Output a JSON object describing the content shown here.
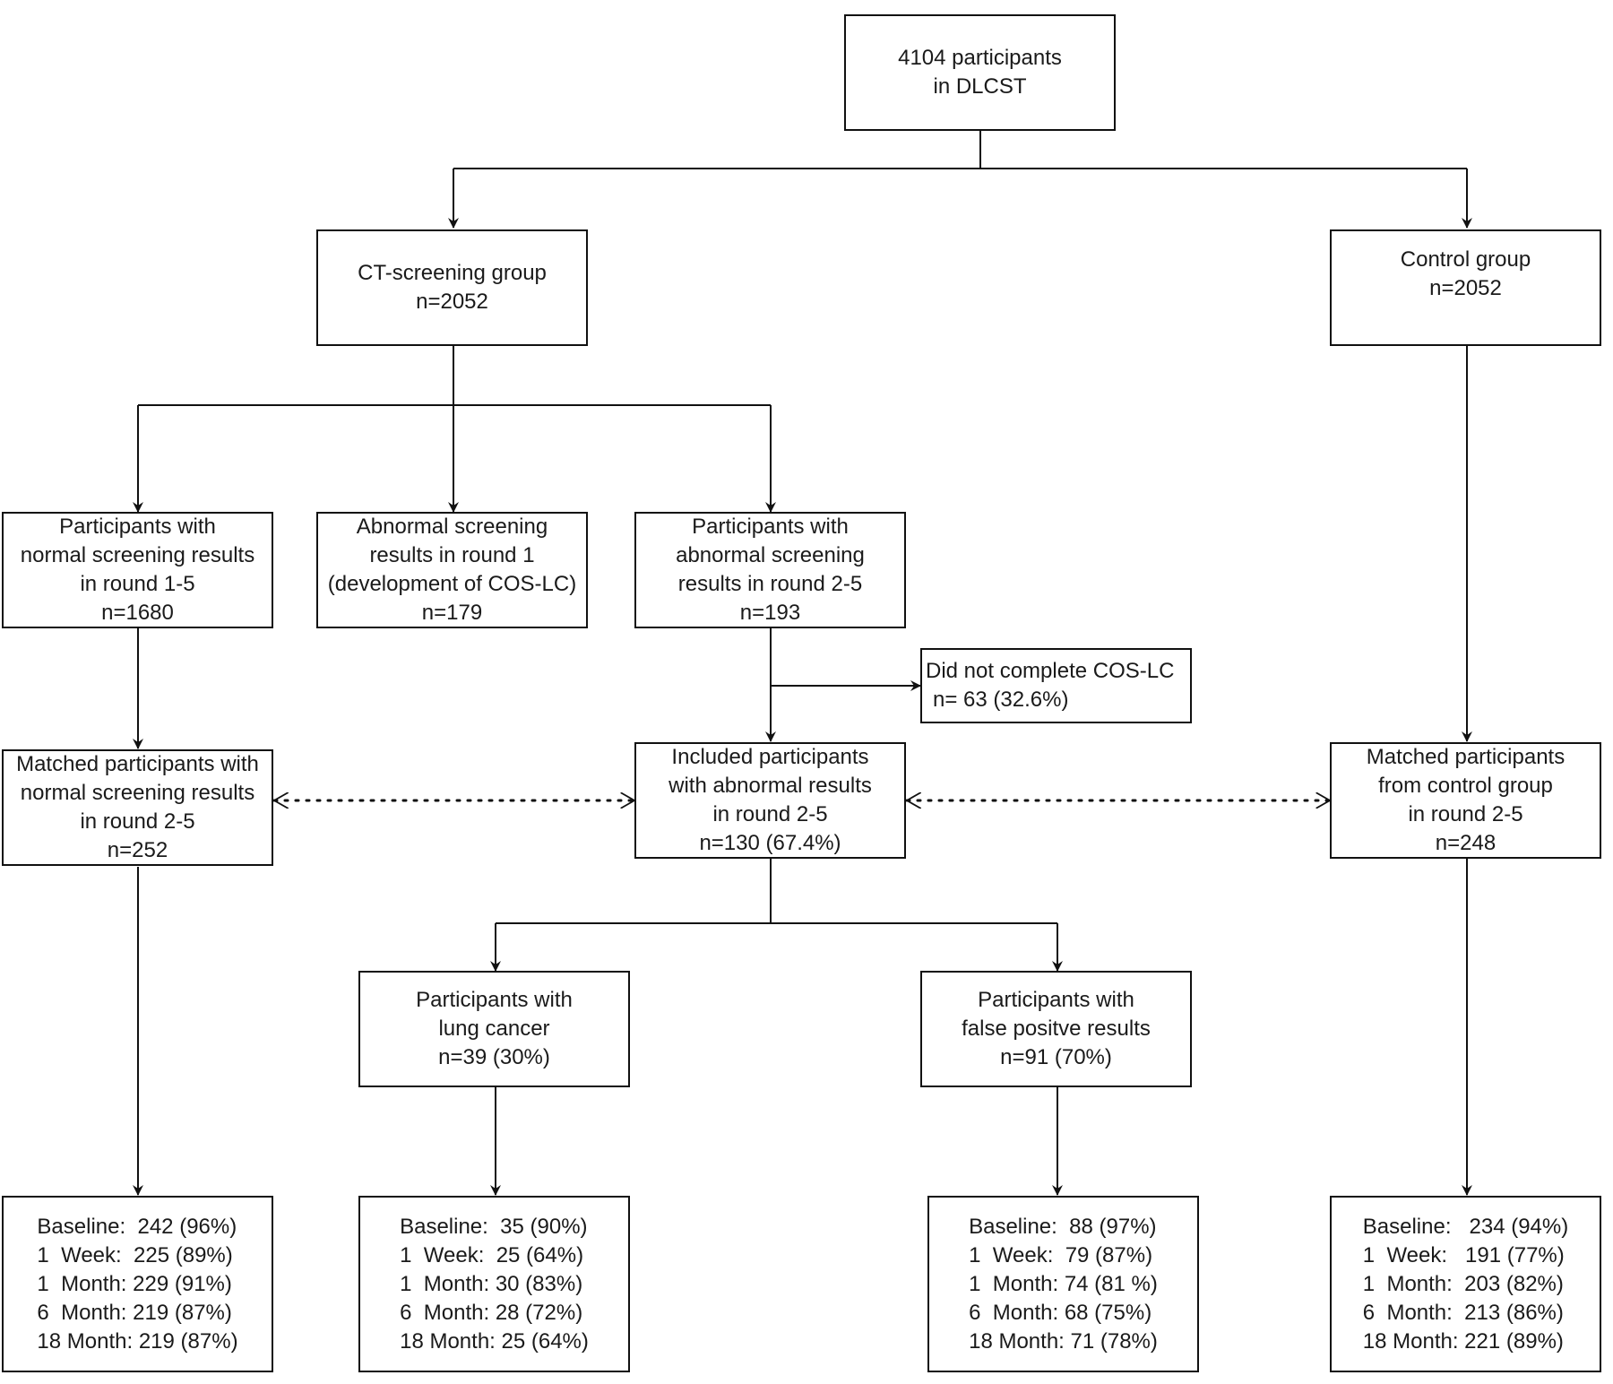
{
  "boxes": {
    "dlcst": {
      "lines": [
        "4104 participants",
        "in DLCST"
      ]
    },
    "ct_group": {
      "lines": [
        "CT-screening group",
        "n=2052"
      ]
    },
    "control_group": {
      "lines": [
        "Control group",
        "n=2052"
      ]
    },
    "normal_results": {
      "lines": [
        "Participants with",
        "normal screening results",
        "in round 1-5",
        "n=1680"
      ]
    },
    "abnormal_round1": {
      "lines": [
        "Abnormal screening",
        "results in round 1",
        "(development of COS-LC)",
        "n=179"
      ]
    },
    "abnormal_round25": {
      "lines": [
        "Participants with",
        "abnormal screening",
        "results in round 2-5",
        "n=193"
      ]
    },
    "did_not_complete": {
      "lines": [
        "Did not complete COS-LC",
        "n= 63 (32.6%)"
      ]
    },
    "matched_normal": {
      "lines": [
        "Matched participants with",
        "normal screening results",
        "in round 2-5",
        "n=252"
      ]
    },
    "included_abnormal": {
      "lines": [
        "Included participants",
        "with abnormal results",
        "in round 2-5",
        "n=130 (67.4%)"
      ]
    },
    "matched_control": {
      "lines": [
        "Matched participants",
        "from control group",
        "in round 2-5",
        "n=248"
      ]
    },
    "lung_cancer": {
      "lines": [
        "Participants with",
        "lung cancer",
        "n=39 (30%)"
      ]
    },
    "false_positive": {
      "lines": [
        "Participants with",
        "false positve results",
        "n=91 (70%)"
      ]
    }
  },
  "followup": {
    "normal": [
      "Baseline:  242 (96%)",
      "1  Week:  225 (89%)",
      "1  Month: 229 (91%)",
      "6  Month: 219 (87%)",
      "18 Month: 219 (87%)"
    ],
    "lung_cancer": [
      "Baseline:  35 (90%)",
      "1  Week:  25 (64%)",
      "1  Month: 30 (83%)",
      "6  Month: 28 (72%)",
      "18 Month: 25 (64%)"
    ],
    "false_positive": [
      "Baseline:  88 (97%)",
      "1  Week:  79 (87%)",
      "1  Month: 74 (81 %)",
      "6  Month: 68 (75%)",
      "18 Month: 71 (78%)"
    ],
    "control": [
      "Baseline:   234 (94%)",
      "1  Week:   191 (77%)",
      "1  Month:  203 (82%)",
      "6  Month:  213 (86%)",
      "18 Month: 221 (89%)"
    ]
  }
}
